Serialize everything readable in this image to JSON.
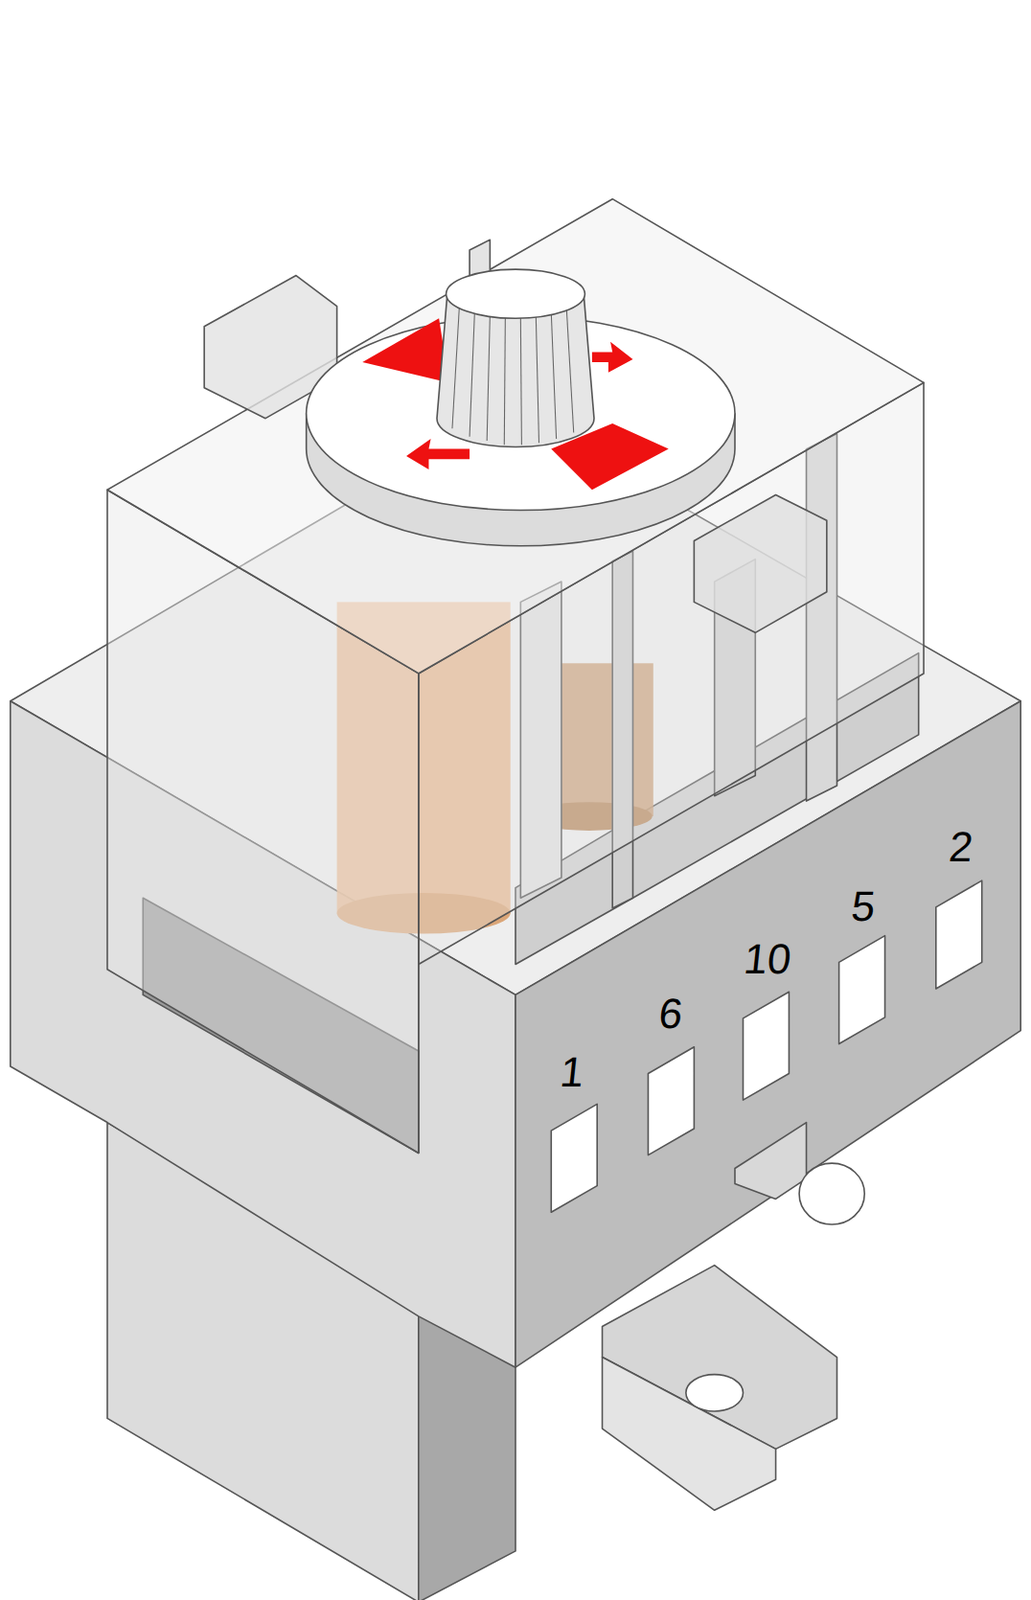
{
  "diagram": {
    "labels": [
      "1",
      "6",
      "10",
      "5",
      "2"
    ]
  }
}
